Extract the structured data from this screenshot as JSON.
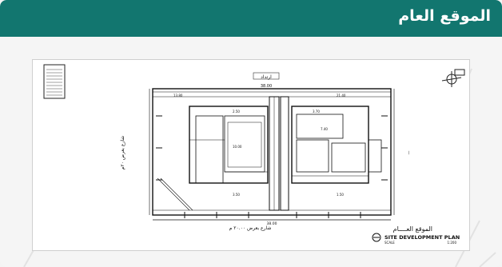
{
  "header": {
    "title": "الموقع العام"
  },
  "plan": {
    "top_label_ar": "ارتداد",
    "top_dimension": "38.00",
    "bottom_dimension": "38.00",
    "street_ar": "شارع بعرض ٢٠.٠٠ م",
    "left_street_ar": "شارع بعرض ٢٠م",
    "title_ar": "الموقع العــــام",
    "title_en": "SITE DEVELOPMENT PLAN",
    "scale_en": "SCALE",
    "scale_value": "1:200",
    "dims": [
      "13.80",
      "21.40",
      "2.50",
      "3.70",
      "10.00",
      "7.40",
      "3.50",
      "1.50"
    ]
  }
}
